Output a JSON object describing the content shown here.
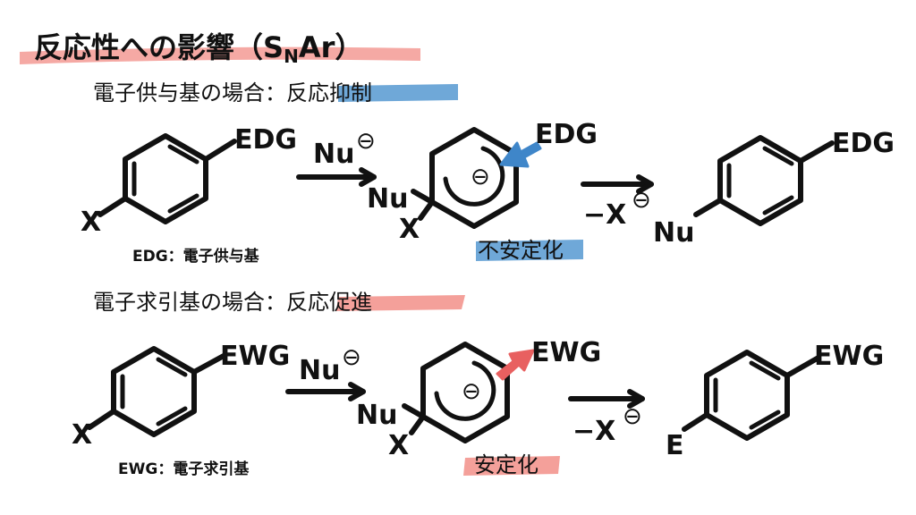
{
  "title": {
    "main": "反応性への影響（S",
    "sub": "N",
    "end": "Ar）"
  },
  "section_edg": {
    "heading": "電子供与基の場合：",
    "highlight": "反応抑制",
    "caption": "EDG：電子供与基",
    "stability": "不安定化"
  },
  "section_ewg": {
    "heading": "電子求引基の場合：",
    "highlight": "反応促進",
    "caption": "EWG：電子求引基",
    "stability": "安定化"
  },
  "labels": {
    "edg": "EDG",
    "ewg": "EWG",
    "x": "X",
    "nu": "Nu",
    "e": "E",
    "minus": "⊖",
    "loss_x": "−X"
  },
  "colors": {
    "red_highlight": "#f4a09a",
    "blue_highlight": "#6fa8d8",
    "blue_arrow": "#3f86c9",
    "red_arrow": "#e86060",
    "ink": "#111111"
  }
}
